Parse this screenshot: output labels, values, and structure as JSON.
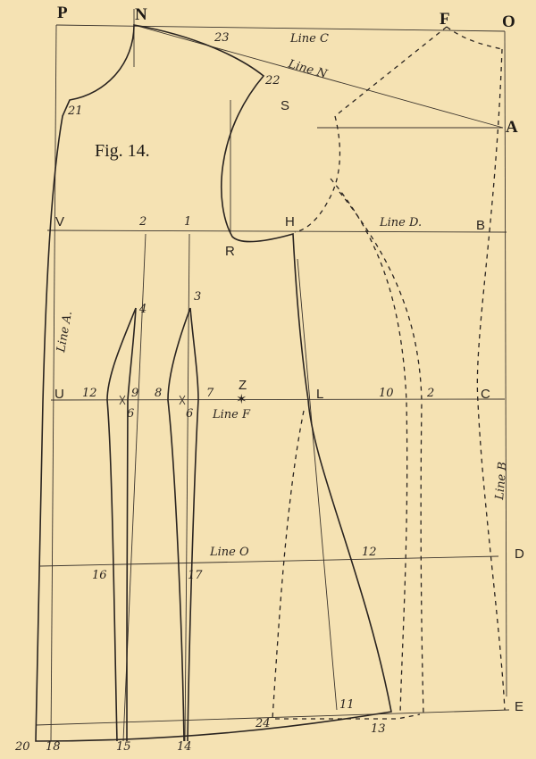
{
  "figure_title": "Fig. 14.",
  "points": {
    "P": "P",
    "N": "N",
    "F": "F",
    "O": "O",
    "A": "A",
    "S": "S",
    "V": "V",
    "H": "H",
    "R": "R",
    "B": "B",
    "U": "U",
    "Z": "Z",
    "L": "L",
    "C": "C",
    "D": "D",
    "E": "E"
  },
  "lines": {
    "line_c": "Line C",
    "line_n": "Line N",
    "line_d": "Line D.",
    "line_a": "Line A.",
    "line_f": "Line F",
    "line_b": "Line B",
    "line_o": "Line O"
  },
  "numbers": {
    "n23": "23",
    "n22": "22",
    "n21": "21",
    "n2_top": "2",
    "n1_top": "1",
    "n4": "4",
    "n3": "3",
    "n12_u": "12",
    "n9": "9",
    "n8": "8",
    "n7": "7",
    "n10": "10",
    "n2_mid": "2",
    "n6_a": "6",
    "n6_b": "6",
    "n12_o": "12",
    "n16": "16",
    "n17": "17",
    "n11": "11",
    "n24": "24",
    "n13": "13",
    "n20": "20",
    "n18": "18",
    "n15": "15",
    "n14": "14"
  }
}
